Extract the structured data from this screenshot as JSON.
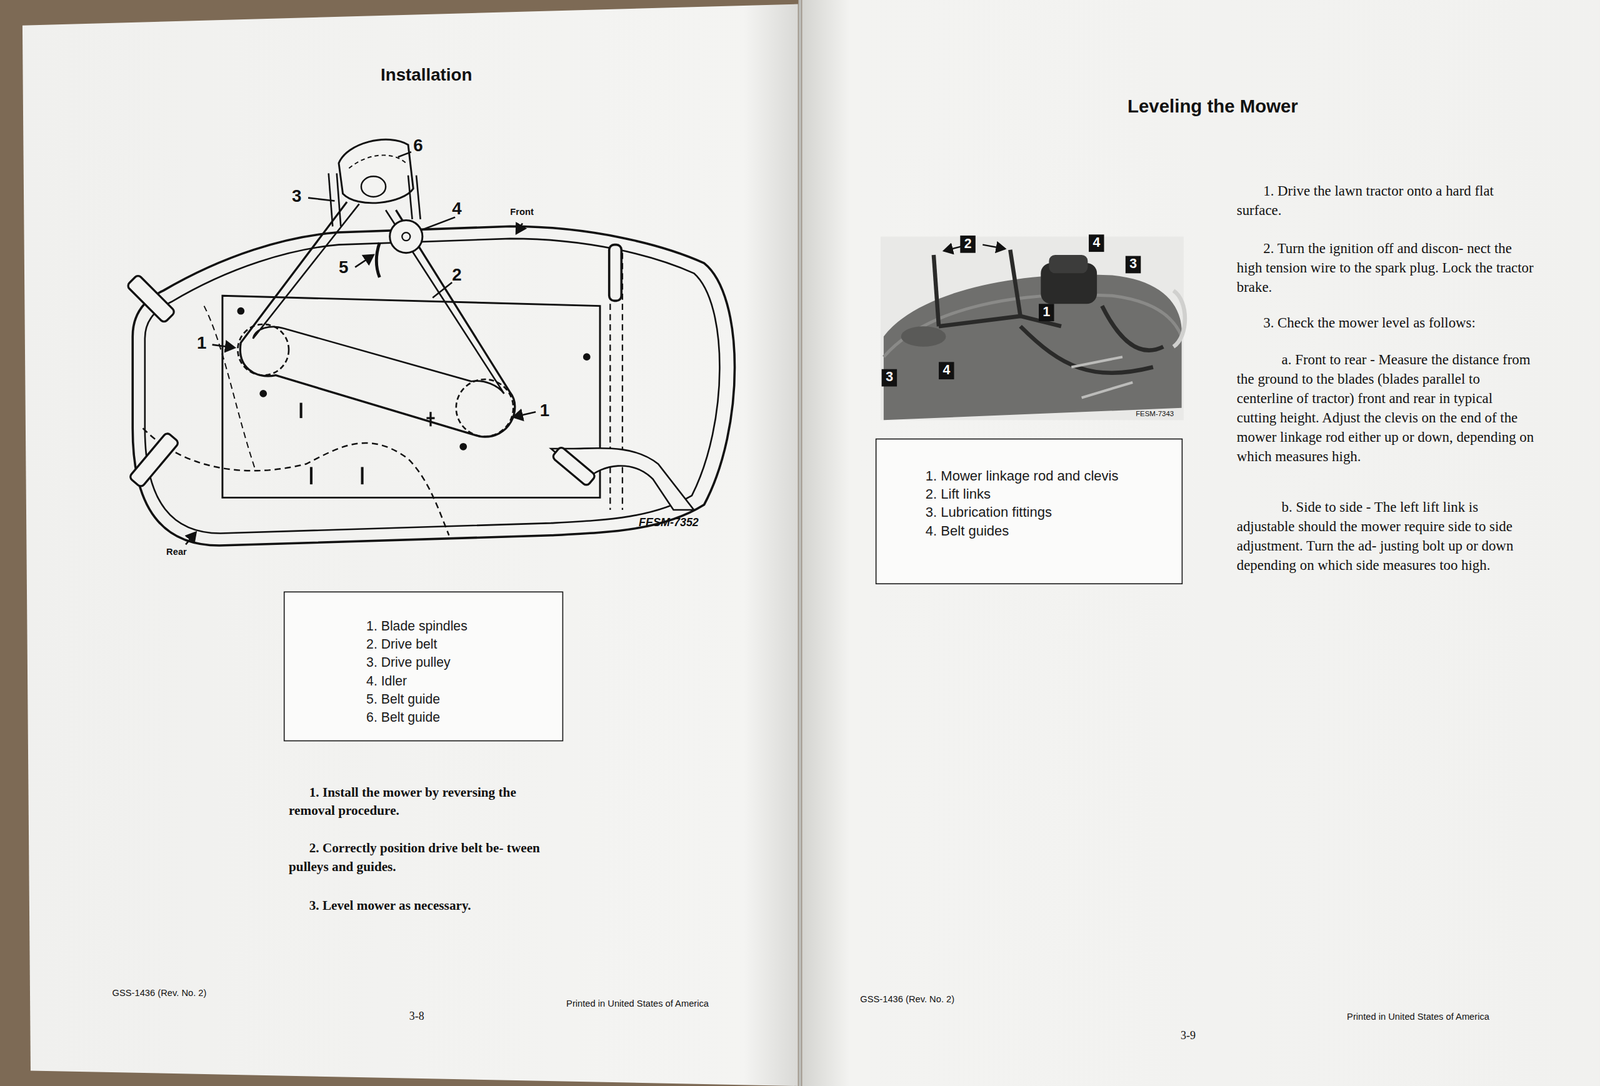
{
  "diagram": {
    "nodes": [
      {
        "text": [
          "1. Blade spindles",
          "2. Drive belt",
          "3. Drive pulley",
          "4. Idler",
          "5. Belt guide",
          "6. Belt guide"
        ]
      },
      {
        "text": [
          "1. Mower linkage rod and clevis",
          "2. Lift links",
          "3. Lubrication fittings",
          "4. Belt guides"
        ]
      }
    ],
    "edges": [],
    "labels": [
      "Installation",
      "6",
      "3",
      "4",
      "Front",
      "5",
      "2",
      "1",
      "1",
      "FESM-7352",
      "Rear",
      "1. Install the mower by reversing the removal procedure.",
      "2. Correctly position drive belt be- tween pulleys and guides.",
      "3. Level mower as necessary.",
      "GSS-1436 (Rev. No. 2)",
      "3-8",
      "Printed in United States of America",
      "Leveling the Mower",
      "2",
      "4",
      "3",
      "1",
      "3",
      "4",
      "FESM-7343",
      "1. Drive the lawn tractor onto a hard flat surface.",
      "2. Turn the ignition off and discon- nect the high tension wire to the spark plug. Lock the tractor brake.",
      "3. Check the mower level as follows:",
      "a. Front to rear - Measure the distance from the ground to the blades (blades parallel to centerline of tractor) front and rear in typical cutting height. Adjust the clevis on the end of the mower linkage rod either up or down, depending on which measures high.",
      "b. Side to side - The left lift link is adjustable should the mower require side to side adjustment. Turn the ad- justing bolt up or down depending on which side measures too high.",
      "GSS-1436 (Rev. No. 2)",
      "3-9",
      "Printed in United States of America"
    ]
  }
}
